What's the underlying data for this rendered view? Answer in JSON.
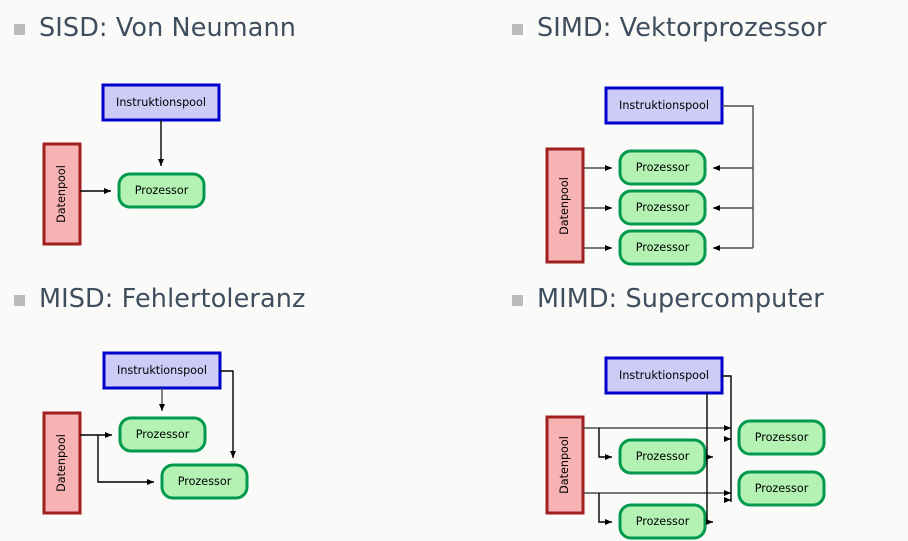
{
  "slide": {
    "background_color": "#fafaf8",
    "heading_color": "#3f4e5e",
    "bullet_color": "#bcbcbc",
    "palette": {
      "instruction_fill": "#ccccf7",
      "instruction_stroke": "#0000cc",
      "data_fill": "#f7b3b3",
      "data_stroke": "#a02020",
      "processor_fill": "#b3f2b3",
      "processor_stroke": "#00994d",
      "arrow_color": "#4d4d4d",
      "arrow_dark": "#000000"
    },
    "labels": {
      "instruction_pool": "Instruktionspool",
      "data_pool": "Datenpool",
      "processor": "Prozessor"
    },
    "quadrants": [
      {
        "id": "sisd",
        "bullet": "bullet-square",
        "title": "SISD: Von Neumann",
        "instruction_pools": 1,
        "data_pools": 1,
        "processors": 1
      },
      {
        "id": "simd",
        "bullet": "bullet-square",
        "title": "SIMD: Vektorprozessor",
        "instruction_pools": 1,
        "data_pools": 1,
        "processors": 3
      },
      {
        "id": "misd",
        "bullet": "bullet-square",
        "title": "MISD: Fehlertoleranz",
        "instruction_pools": 1,
        "data_pools": 1,
        "processors": 2
      },
      {
        "id": "mimd",
        "bullet": "bullet-square",
        "title": "MIMD: Supercomputer",
        "instruction_pools": 1,
        "data_pools": 1,
        "processors": 4
      }
    ]
  }
}
